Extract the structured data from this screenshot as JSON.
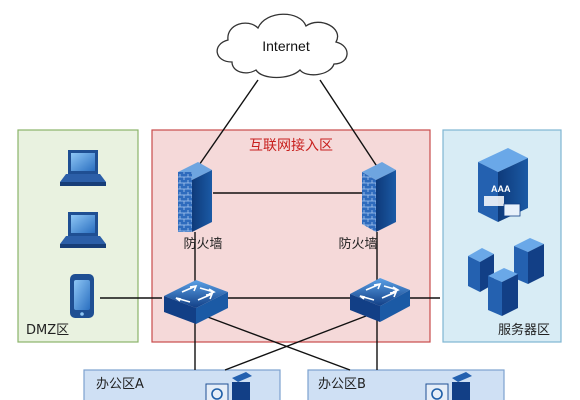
{
  "internet": {
    "label": "Internet"
  },
  "zones": {
    "access": {
      "label": "互联网接入区"
    },
    "dmz": {
      "label": "DMZ区"
    },
    "server": {
      "label": "服务器区"
    },
    "office_a": {
      "label": "办公区A"
    },
    "office_b": {
      "label": "办公区B"
    }
  },
  "firewalls": {
    "left": {
      "label": "防火墙"
    },
    "right": {
      "label": "防火墙"
    }
  },
  "server_icon": {
    "label": "AAA"
  },
  "colors": {
    "access_fill": "#f5d9d9",
    "access_border": "#c94b4b",
    "dmz_fill": "#e9f2e0",
    "dmz_border": "#8bb36a",
    "server_fill": "#d8ecf5",
    "server_border": "#7fb6d2",
    "office_fill": "#cfe0f4",
    "office_border": "#7da2cf",
    "device_blue": "#1f5fa8"
  }
}
